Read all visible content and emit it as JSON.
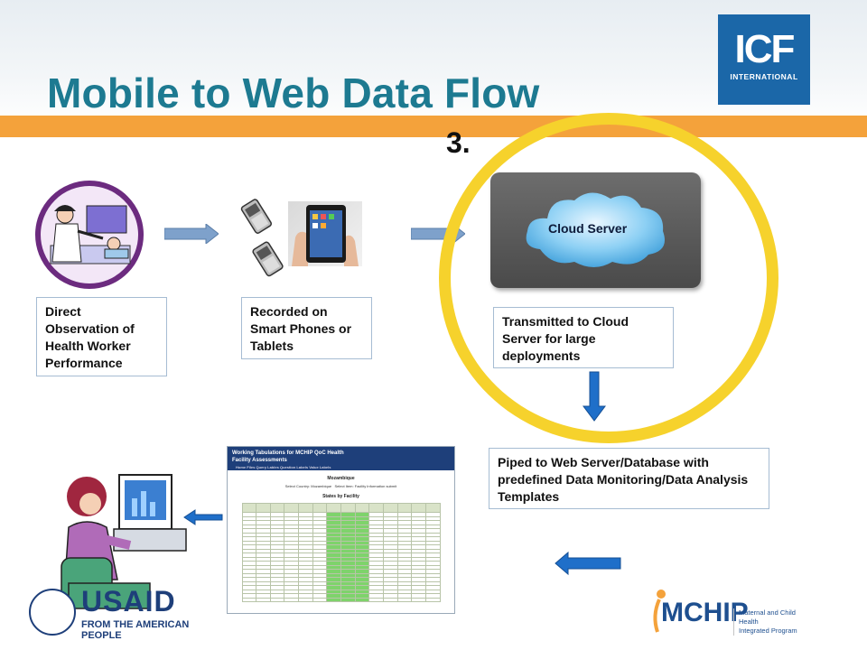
{
  "slide": {
    "title": "Mobile to Web Data Flow",
    "step_number": "3."
  },
  "logos": {
    "icf_main": "ICF",
    "icf_sub": "INTERNATIONAL",
    "usaid_word": "USAID",
    "usaid_sub": "FROM THE AMERICAN PEOPLE",
    "mchip_word": "MCHIP",
    "mchip_sub_line1": "Maternal and Child Health",
    "mchip_sub_line2": "Integrated Program"
  },
  "steps": {
    "observation": "Direct Observation of Health Worker Performance",
    "recorded": "Recorded on Smart Phones or Tablets",
    "cloud_label": "Cloud Server",
    "transmitted": "Transmitted to Cloud Server for large deployments",
    "piped": "Piped to Web Server/Database with predefined Data Monitoring/Data Analysis Templates"
  },
  "web_report": {
    "title": "Working Tabulations for MCHIP QoC Health Facility Assessments",
    "country": "Mozambique",
    "select_country_label": "Select Country:",
    "select_item_label": "Select Item:",
    "select_item_value": "Facility Information",
    "submit_label": "submit",
    "table_title": "States by Facility",
    "nav_links": [
      "Home",
      "Files",
      "Query Lables",
      "Question Labels",
      "Value Labels"
    ]
  },
  "colors": {
    "title": "#1d7a91",
    "orange_bar": "#f4a23b",
    "highlight_ring": "#f6d22c",
    "arrow_fill": "#7ea1cb",
    "arrow_down": "#1f6fc9",
    "icf_blue": "#1b67a8"
  }
}
